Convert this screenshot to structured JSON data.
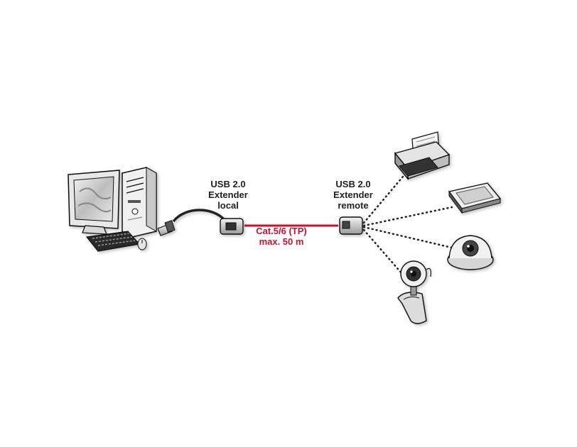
{
  "local_extender": {
    "line1": "USB 2.0",
    "line2": "Extender",
    "line3": "local"
  },
  "remote_extender": {
    "line1": "USB 2.0",
    "line2": "Extender",
    "line3": "remote"
  },
  "cable": {
    "line1": "Cat.5/6 (TP)",
    "line2": "max. 50 m",
    "color": "#c8102e"
  },
  "icons": [
    "computer-icon",
    "usb-extender-local-icon",
    "usb-extender-remote-icon",
    "printer-icon",
    "scanner-icon",
    "dome-camera-icon",
    "webcam-icon"
  ]
}
